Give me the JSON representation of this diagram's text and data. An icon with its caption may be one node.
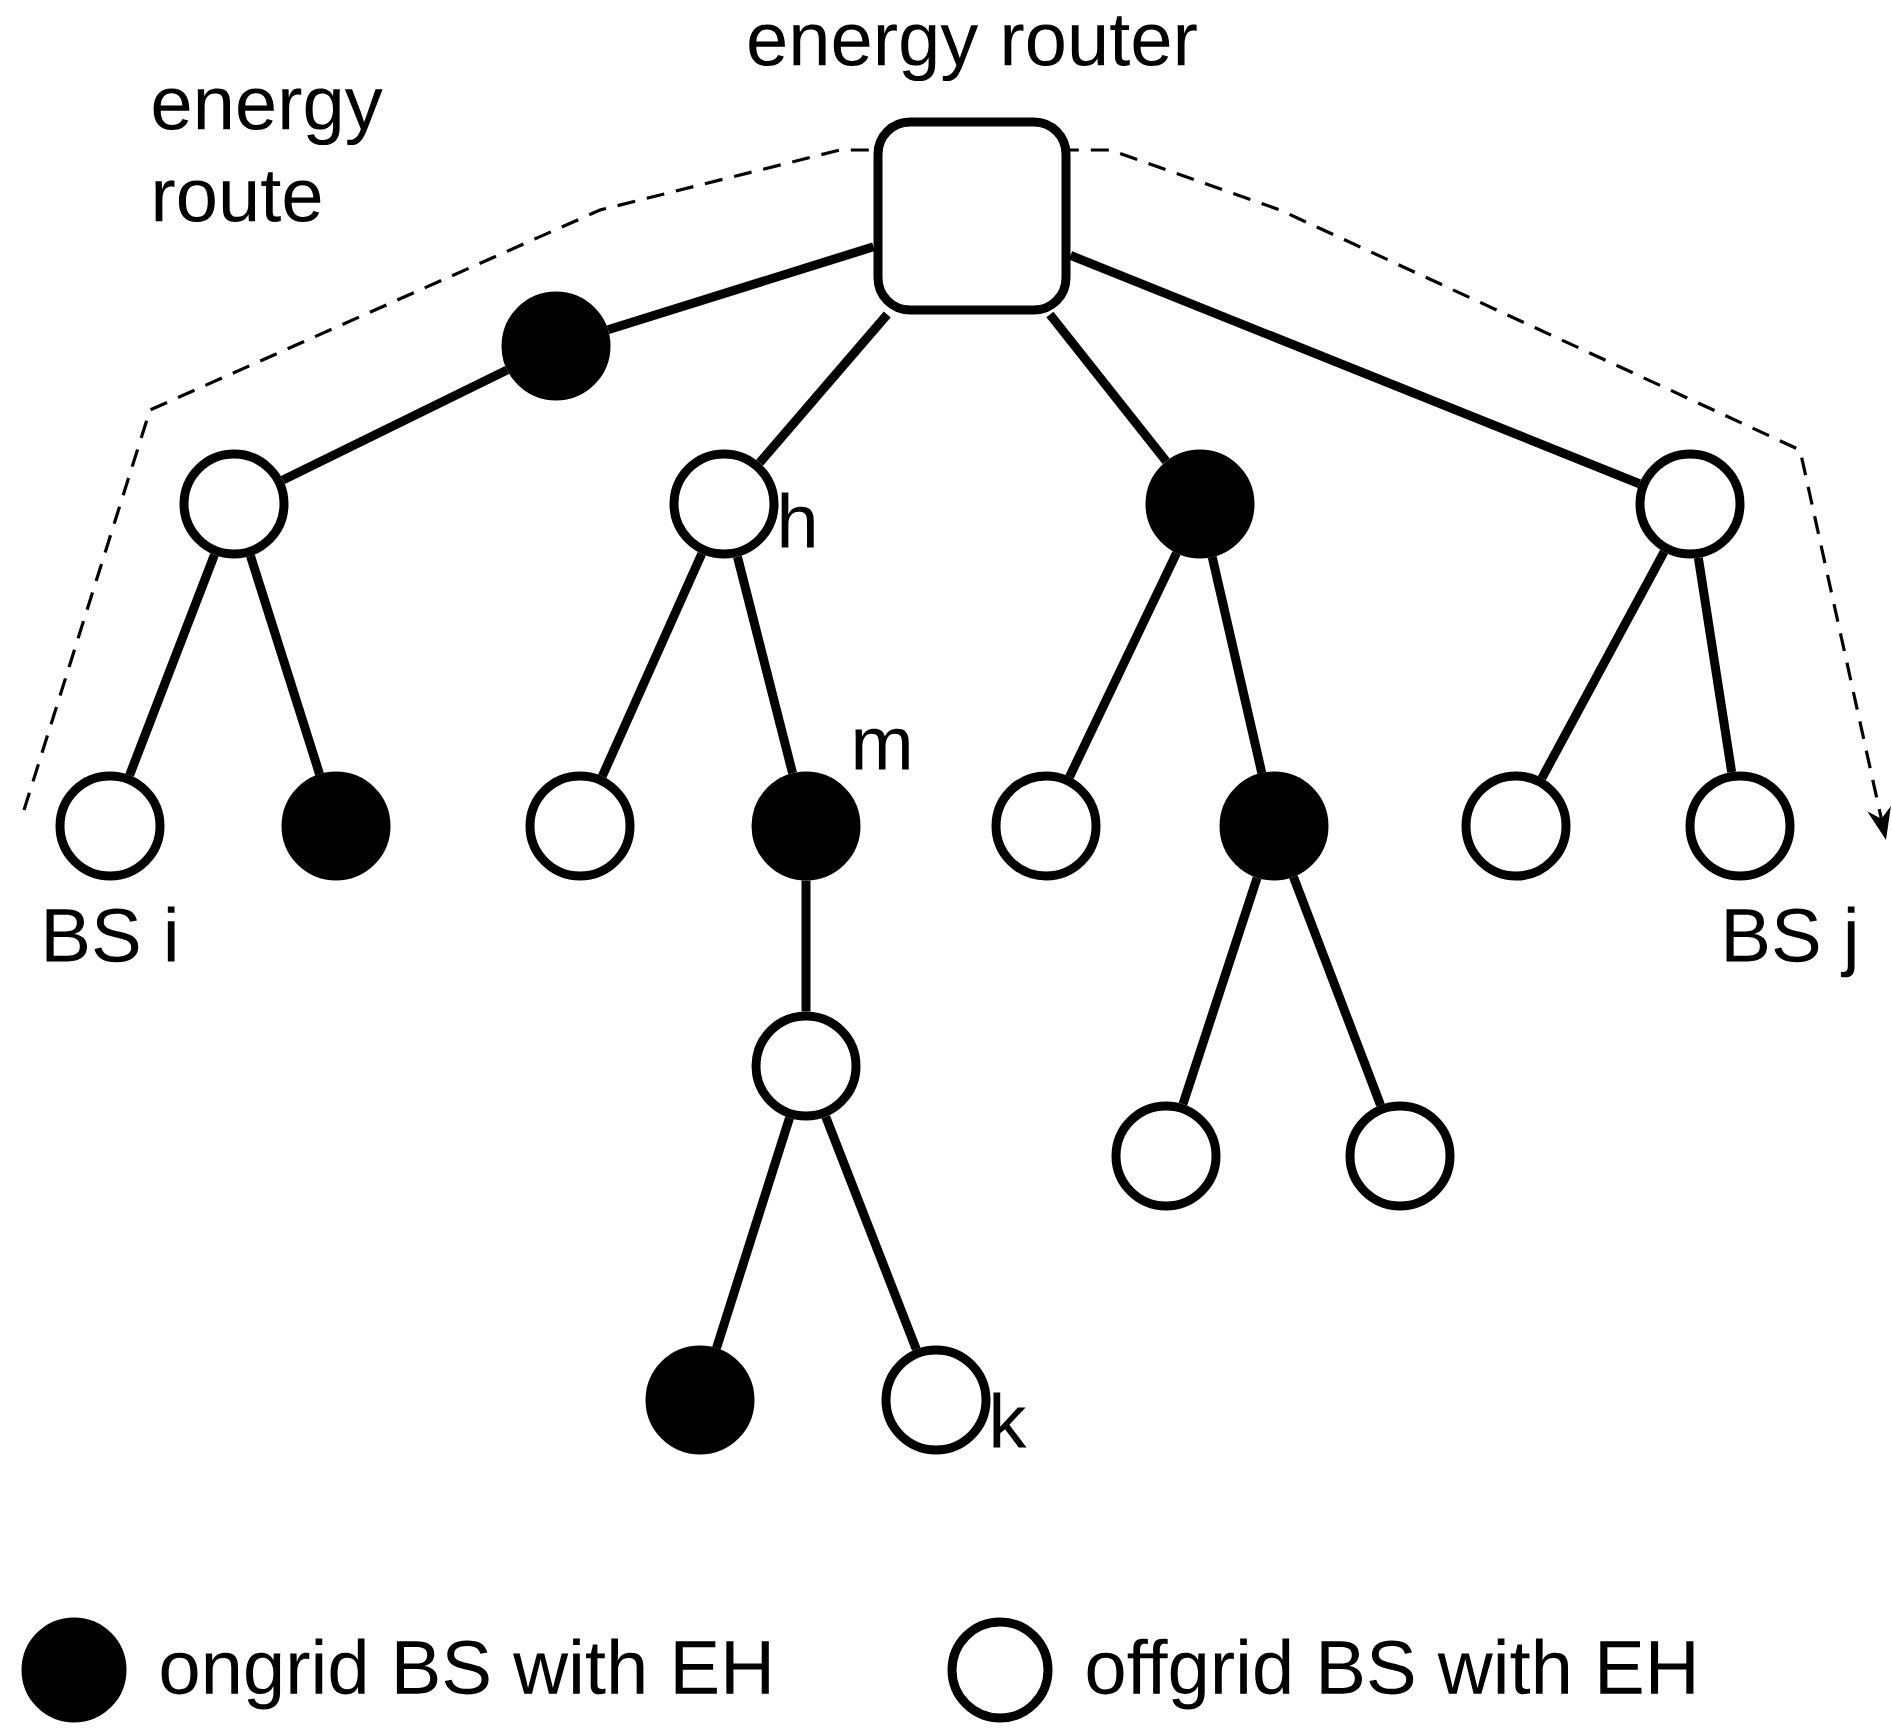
{
  "diagram": {
    "nodes": [
      {
        "text": [
          "energy router"
        ]
      },
      {
        "text": [],
        "shape": "dot"
      },
      {
        "text": [],
        "shape": "circle"
      },
      {
        "text": [],
        "shape": "circle",
        "beside": [
          "h"
        ]
      },
      {
        "text": [],
        "shape": "dot"
      },
      {
        "text": [],
        "shape": "circle"
      },
      {
        "text": [],
        "shape": "circle",
        "beside": [
          "BS i"
        ]
      },
      {
        "text": [],
        "shape": "dot"
      },
      {
        "text": [],
        "shape": "circle"
      },
      {
        "text": [],
        "shape": "dot",
        "beside": [
          "m"
        ]
      },
      {
        "text": [],
        "shape": "circle"
      },
      {
        "text": [],
        "shape": "dot"
      },
      {
        "text": [],
        "shape": "circle"
      },
      {
        "text": [],
        "shape": "circle",
        "beside": [
          "BS j"
        ]
      },
      {
        "text": [],
        "shape": "circle"
      },
      {
        "text": [],
        "shape": "circle"
      },
      {
        "text": [],
        "shape": "circle"
      },
      {
        "text": [],
        "shape": "dot"
      },
      {
        "text": [],
        "shape": "circle",
        "beside": [
          "k"
        ]
      }
    ],
    "edges": [
      {
        "from": 0,
        "to": 1,
        "arrow": "none"
      },
      {
        "from": 1,
        "to": 2,
        "arrow": "none"
      },
      {
        "from": 0,
        "to": 3,
        "arrow": "none"
      },
      {
        "from": 0,
        "to": 4,
        "arrow": "none"
      },
      {
        "from": 0,
        "to": 5,
        "arrow": "none"
      },
      {
        "from": 2,
        "to": 6,
        "arrow": "none"
      },
      {
        "from": 2,
        "to": 7,
        "arrow": "none"
      },
      {
        "from": 3,
        "to": 8,
        "arrow": "none"
      },
      {
        "from": 3,
        "to": 9,
        "arrow": "none"
      },
      {
        "from": 4,
        "to": 10,
        "arrow": "none"
      },
      {
        "from": 4,
        "to": 11,
        "arrow": "none"
      },
      {
        "from": 5,
        "to": 12,
        "arrow": "none"
      },
      {
        "from": 5,
        "to": 13,
        "arrow": "none"
      },
      {
        "from": 9,
        "to": 14,
        "arrow": "none"
      },
      {
        "from": 11,
        "to": 15,
        "arrow": "none"
      },
      {
        "from": 11,
        "to": 16,
        "arrow": "none"
      },
      {
        "from": 14,
        "to": 17,
        "arrow": "none"
      },
      {
        "from": 14,
        "to": 18,
        "arrow": "none"
      }
    ],
    "labels": [
      "energy route"
    ],
    "legend": [
      {
        "text": "ongrid BS with EH"
      },
      {
        "text": "offgrid BS with EH"
      }
    ]
  }
}
